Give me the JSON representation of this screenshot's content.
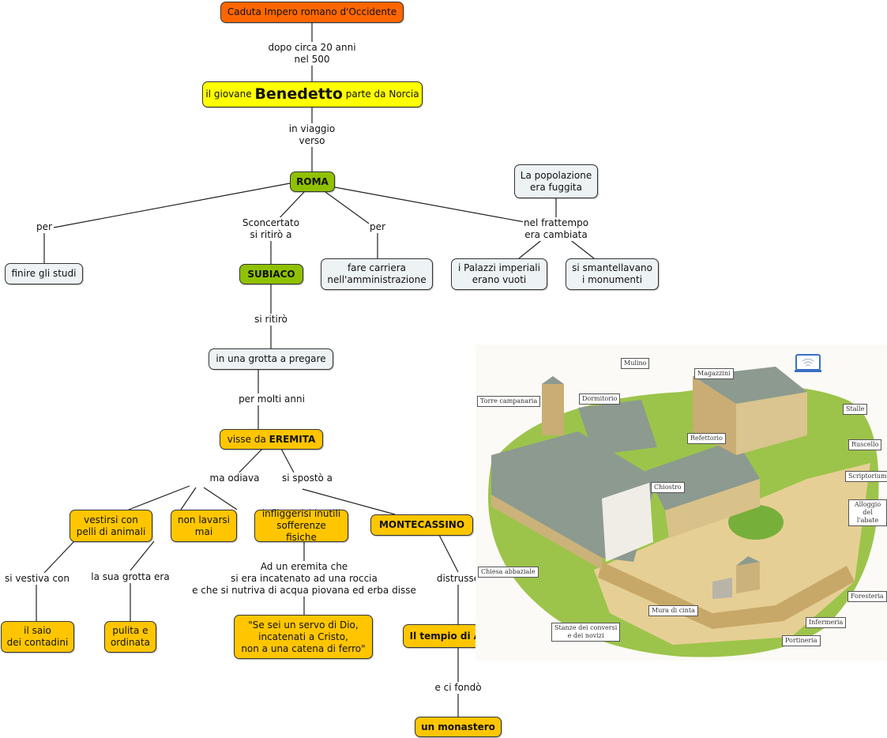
{
  "nodes": {
    "caduta": "Caduta Impero romano d'Occidente",
    "benedetto_pre": "il giovane ",
    "benedetto_name": "Benedetto",
    "benedetto_post": " parte da Norcia",
    "roma": "ROMA",
    "finire": "finire gli studi",
    "subiaco": "SUBIACO",
    "carriera": "fare carriera\nnell'amministrazione",
    "popolazione": "La popolazione\nera fuggita",
    "palazzi": "i Palazzi imperiali\nerano vuoti",
    "monumenti": "si smantellavano\ni monumenti",
    "grotta": "in una grotta a pregare",
    "eremita_pre": "visse da ",
    "eremita_bold": "EREMITA",
    "vestirsi": "vestirsi con\npelli di animali",
    "lavarsi": "non lavarsi\nmai",
    "sofferenze": "infliggerisi inutili\nsofferenze fisiche",
    "montecassino": "MONTECASSINO",
    "saio": "il saio\ndei contadini",
    "pulita": "pulita e\nordinata",
    "citazione": "\"Se sei un servo di Dio,\nincatenati a Cristo,\nnon a una catena di ferro\"",
    "tempio": "Il tempio di Apollo",
    "monastero": "un monastero"
  },
  "links": {
    "dopo": "dopo circa 20 anni\nnel 500",
    "viaggio": "in viaggio\nverso",
    "per1": "per",
    "sconcertato": "Sconcertato\nsi ritirò a",
    "per2": "per",
    "frattempo": "nel frattempo\nera cambiata",
    "ritiro": "si ritirò",
    "molti_anni": "per molti anni",
    "odiava": "ma odiava",
    "spostò": "si spostò a",
    "vestiva": "si vestiva con",
    "grotta_era": "la sua grotta era",
    "eremita_disse": "Ad un eremita che\nsi era incatenato ad una roccia\ne che si nutriva di acqua piovana ed erba disse",
    "distrusse": "distrusse",
    "fondò": "e ci fondò"
  },
  "illustration": {
    "labels": {
      "mulino": "Mulino",
      "magazzini": "Magazzini",
      "torre": "Torre campanaria",
      "dormitorio": "Dormitorio",
      "stalle": "Stalle",
      "refettorio": "Refettorio",
      "ruscello": "Ruscello",
      "scriptorium": "Scriptorium",
      "chiostro": "Chiostro",
      "alloggio": "Alloggio\ndel l'abate",
      "chiesa": "Chiesa abbaziale",
      "foresteria": "Foresteria",
      "mura": "Mura di cinta",
      "infermeria": "Infermeria",
      "stanze": "Stanze dei conversi\ne dei novizi",
      "portineria": "Portineria"
    },
    "icon": "monitor-wifi-icon"
  },
  "colors": {
    "orange": "#ff6600",
    "yellow": "#ffff00",
    "green": "#8fc100",
    "light": "#edf2f4",
    "gold": "#ffc600"
  }
}
